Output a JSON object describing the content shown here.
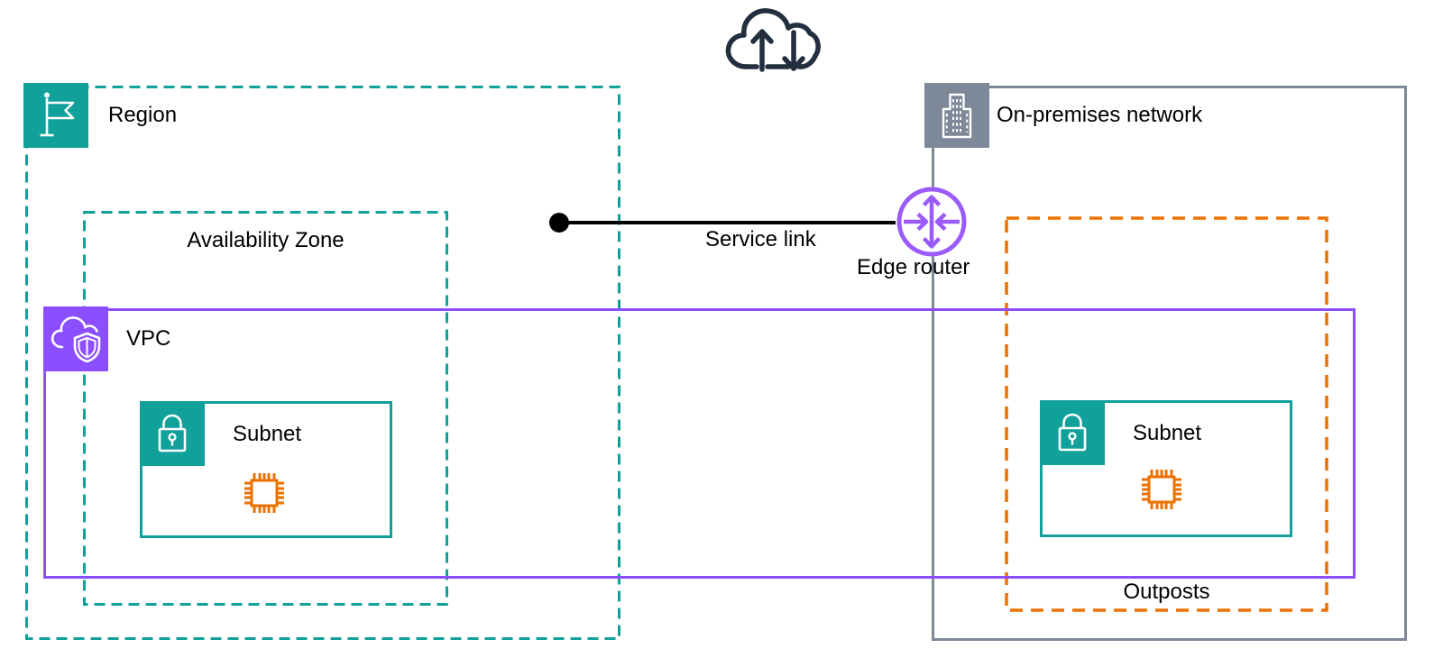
{
  "colors": {
    "teal": "#10A19A",
    "purple": "#8C4FFF",
    "router": "#9A5BFA",
    "orange": "#ED7100",
    "gray": "#7D8998",
    "navy": "#232F3E",
    "ink": "#000000"
  },
  "nodes": {
    "region": {
      "label": "Region"
    },
    "availability_zone": {
      "label": "Availability Zone"
    },
    "vpc": {
      "label": "VPC"
    },
    "subnet_az": {
      "label": "Subnet"
    },
    "on_premises": {
      "label": "On-premises network"
    },
    "outposts": {
      "label": "Outposts"
    },
    "subnet_outposts": {
      "label": "Subnet"
    },
    "service_link": {
      "label": "Service link"
    },
    "edge_router": {
      "label": "Edge router"
    }
  },
  "icons": {
    "internet": "cloud-up-down-arrows-icon",
    "region": "flag-icon",
    "vpc": "cloud-shield-icon",
    "subnet": "lock-icon",
    "on_premises": "building-icon",
    "compute": "chip-icon",
    "edge_router": "router-icon",
    "service_link_endpoint": "dot-icon"
  }
}
